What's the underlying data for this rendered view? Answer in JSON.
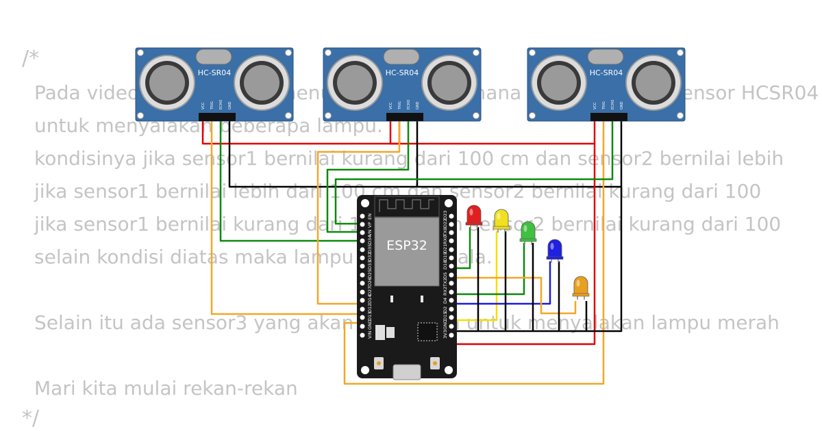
{
  "comment_text": {
    "open": "/*",
    "lines": [
      "Pada video ini saya akan menunjukkan bagaimana menggunakan sensor HCSR04",
      "untuk menyalakan beberapa lampu.",
      "kondisinya jika sensor1 bernilai kurang dari 100 cm dan sensor2 bernilai lebih",
      "jika sensor1 bernilai lebih dari 100 cm dan sensor2 bernilai kurang dari 100",
      "jika sensor1 bernilai kurang dari 100 cm dan sensor2 bernilai kurang dari 100",
      "selain kondisi diatas maka lampu biru menyala.",
      "Selain itu ada sensor3 yang akan digunakan untuk menyalakan lampu merah",
      "Mari kita mulai rekan-rekan"
    ],
    "close": "*/"
  },
  "sensors": [
    {
      "model": "HC-SR04",
      "pins": [
        "VCC",
        "TRIG",
        "ECHO",
        "GND"
      ]
    },
    {
      "model": "HC-SR04",
      "pins": [
        "VCC",
        "TRIG",
        "ECHO",
        "GND"
      ]
    },
    {
      "model": "HC-SR04",
      "pins": [
        "VCC",
        "TRIG",
        "ECHO",
        "GND"
      ]
    }
  ],
  "board": {
    "chip_label": "ESP32",
    "left_pins": [
      "EN",
      "VP",
      "VN",
      "D34",
      "D35",
      "D32",
      "D33",
      "D25",
      "D26",
      "D27",
      "D14",
      "D12",
      "D13",
      "GND",
      "VIN"
    ],
    "right_pins": [
      "D23",
      "D22",
      "TX0",
      "RX0",
      "D21",
      "D19",
      "D18",
      "D5",
      "TX2",
      "RX2",
      "D4",
      "D2",
      "D15",
      "GND",
      "3V3"
    ]
  },
  "leds": [
    {
      "name": "red",
      "color": "#e02020"
    },
    {
      "name": "yellow",
      "color": "#f0e020"
    },
    {
      "name": "green",
      "color": "#40c040"
    },
    {
      "name": "blue",
      "color": "#2020e0"
    },
    {
      "name": "orange",
      "color": "#e8a020"
    }
  ],
  "wire_colors": {
    "vcc": "#e00000",
    "trig": "#f5a623",
    "echo": "#0a8a0a",
    "gnd": "#000000",
    "yellow_led": "#f5e000",
    "blue_led": "#1a1ae0"
  }
}
